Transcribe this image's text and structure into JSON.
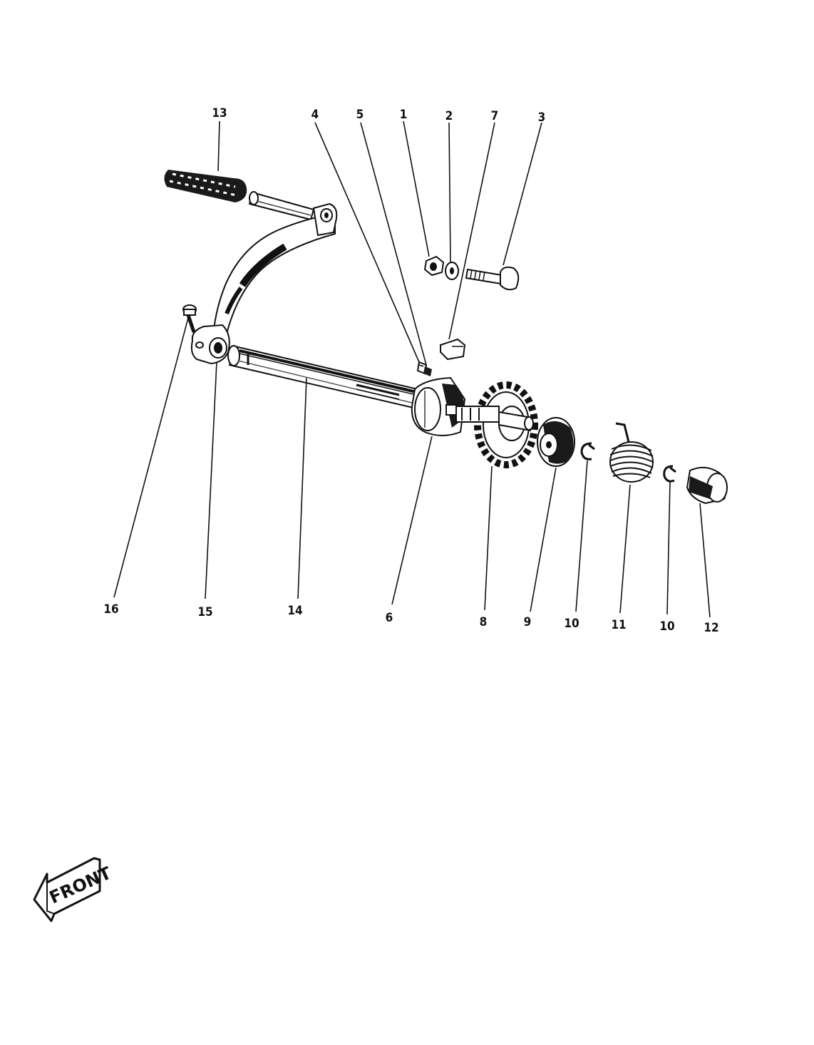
{
  "callouts": {
    "n1": "1",
    "n2": "2",
    "n3": "3",
    "n4": "4",
    "n5": "5",
    "n6": "6",
    "n7": "7",
    "n8": "8",
    "n9": "9",
    "n10a": "10",
    "n10b": "10",
    "n11": "11",
    "n12": "12",
    "n13": "13",
    "n14": "14",
    "n15": "15",
    "n16": "16"
  },
  "front_arrow": {
    "label": "FRONT"
  }
}
